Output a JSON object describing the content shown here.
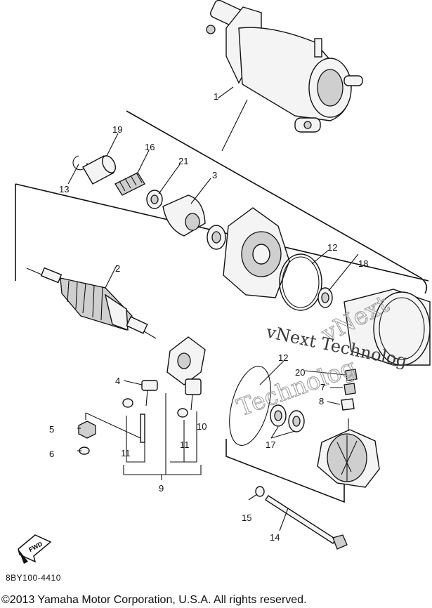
{
  "diagram": {
    "callouts": {
      "c1": "1",
      "c2": "2",
      "c3": "3",
      "c4": "4",
      "c5": "5",
      "c6": "6",
      "c7": "7",
      "c8": "8",
      "c9": "9",
      "c10": "10",
      "c11a": "11",
      "c11b": "11",
      "c12a": "12",
      "c12b": "12",
      "c13": "13",
      "c14": "14",
      "c15": "15",
      "c16": "16",
      "c17": "17",
      "c18": "18",
      "c19": "19",
      "c20": "20",
      "c21": "21"
    },
    "fwd_label": "FWD",
    "watermark_text": "vNext Technolog",
    "watermark_outline_1": "vNext",
    "watermark_outline_2": "Technolog"
  },
  "footer": {
    "diagram_code": "8BY100-4410",
    "copyright": "©2013 Yamaha Motor Corporation, U.S.A. All rights reserved."
  }
}
